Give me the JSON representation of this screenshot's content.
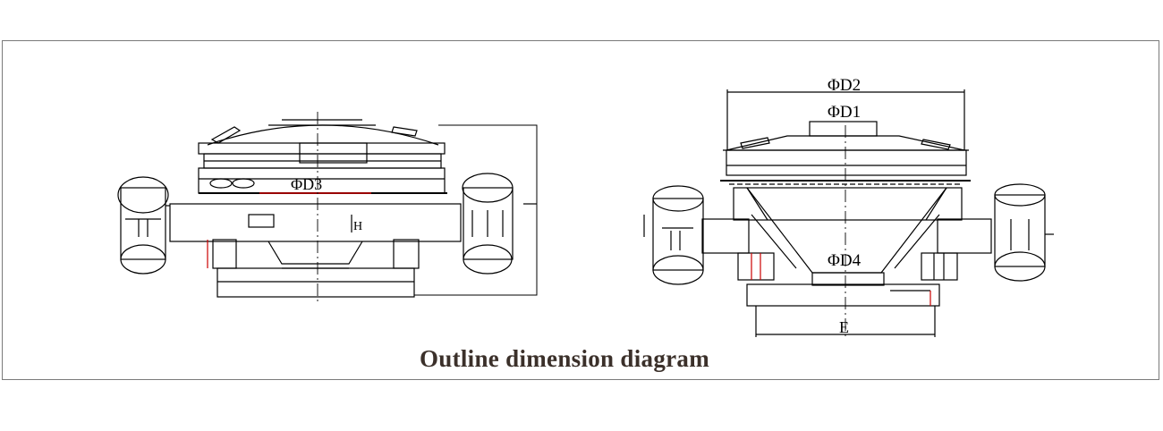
{
  "caption": "Outline dimension diagram",
  "labels": {
    "d1": "ΦD1",
    "d2": "ΦD2",
    "d3": "ΦD3",
    "d4": "ΦD4",
    "e": "E",
    "h": "H"
  },
  "colors": {
    "line": "#000000",
    "accent": "#cc0000",
    "caption": "#3b302a",
    "border": "#7a7a7a"
  }
}
